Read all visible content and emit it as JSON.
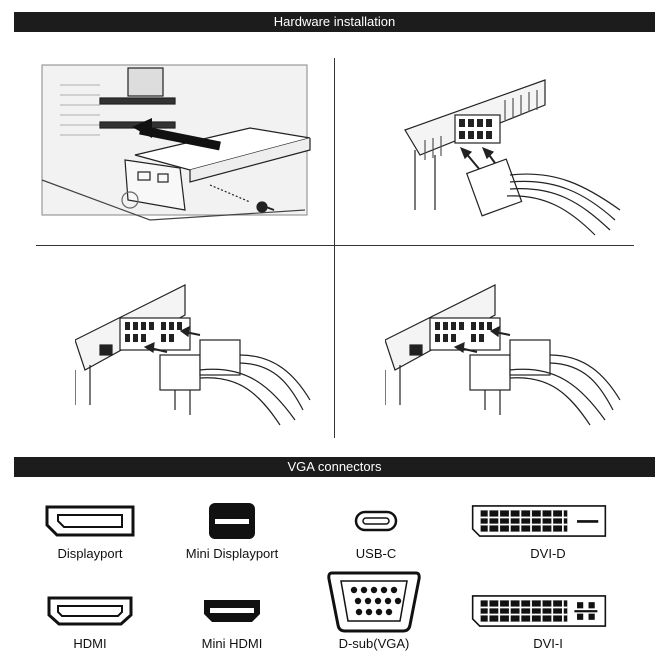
{
  "sections": {
    "hardware_installation": {
      "title": "Hardware installation"
    },
    "vga_connectors": {
      "title": "VGA connectors"
    }
  },
  "connectors": {
    "displayport": "Displayport",
    "mini_displayport": "Mini Displayport",
    "usb_c": "USB-C",
    "dvi_d": "DVI-D",
    "hdmi": "HDMI",
    "mini_hdmi": "Mini HDMI",
    "d_sub_vga": "D-sub(VGA)",
    "dvi_i": "DVI-I"
  },
  "icons": {
    "panel_1": "gpu-insertion-illustration",
    "panel_2": "power-connector-illustration",
    "panel_3": "dual-8pin-illustration-a",
    "panel_4": "dual-8pin-illustration-b"
  }
}
